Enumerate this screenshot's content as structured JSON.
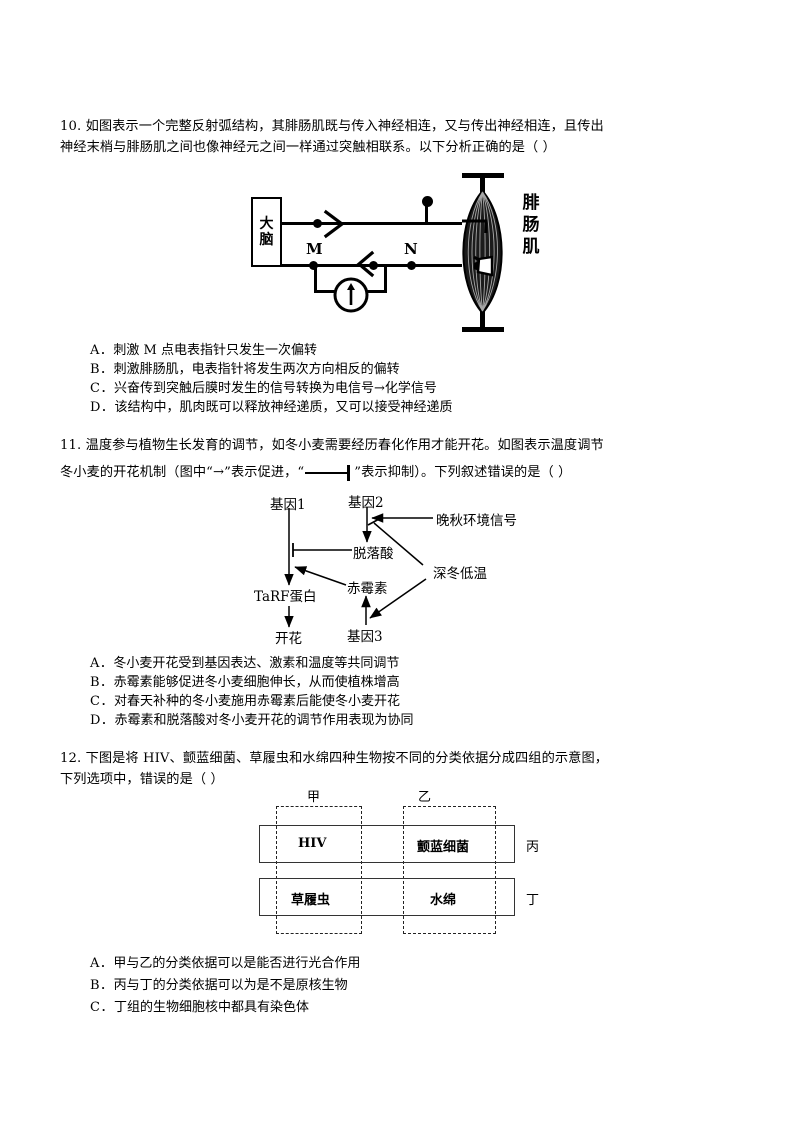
{
  "document": {
    "type": "exam-worksheet",
    "language": "zh-CN",
    "page_background": "#ffffff",
    "text_color": "#000000"
  },
  "questions": [
    {
      "number": "10.",
      "stem_lines": [
        "10. 如图表示一个完整反射弧结构，其腓肠肌既与传入神经相连，又与传出神经相连，且传出",
        "神经末梢与腓肠肌之间也像神经元之间一样通过突触相联系。以下分析正确的是（    ）"
      ],
      "options": [
        {
          "label": "A．",
          "text": "刺激 M 点电表指针只发生一次偏转"
        },
        {
          "label": "B．",
          "text": "刺激腓肠肌，电表指针将发生两次方向相反的偏转"
        },
        {
          "label": "C．",
          "text": "兴奋传到突触后膜时发生的信号转换为电信号→化学信号"
        },
        {
          "label": "D．",
          "text": "该结构中，肌肉既可以释放神经递质，又可以接受神经递质"
        }
      ],
      "figure": {
        "name": "reflex-arc-diagram",
        "brain_label_line1": "大",
        "brain_label_line2": "脑",
        "point_m": "M",
        "point_n": "N",
        "muscle_label_line1": "腓",
        "muscle_label_line2": "肠",
        "muscle_label_line3": "肌",
        "galvanometer": "电表"
      }
    },
    {
      "number": "11.",
      "stem_lines": [
        "11. 温度参与植物生长发育的调节，如冬小麦需要经历春化作用才能开花。如图表示温度调节",
        "冬小麦的开花机制（图中“→”表示促进，“——┤”表示抑制）。下列叙述错误的是（    ）"
      ],
      "stem_line2_parts": {
        "a": "冬小麦的开花机制（图中“→”表示促进，“",
        "b": "”表示抑制）。下列叙述错误的是（    ）"
      },
      "options": [
        {
          "label": "A．",
          "text": "冬小麦开花受到基因表达、激素和温度等共同调节"
        },
        {
          "label": "B．",
          "text": "赤霉素能够促进冬小麦细胞伸长，从而使植株增高"
        },
        {
          "label": "C．",
          "text": "对春天补种的冬小麦施用赤霉素后能使冬小麦开花"
        },
        {
          "label": "D．",
          "text": "赤霉素和脱落酸对冬小麦开花的调节作用表现为协同"
        }
      ],
      "figure": {
        "name": "wheat-flowering-mechanism-diagram",
        "nodes": {
          "gene1": "基因1",
          "gene2": "基因2",
          "gene3": "基因3",
          "late_autumn_signal": "晚秋环境信号",
          "aba": "脱落酸",
          "ga": "赤霉素",
          "deep_winter_cold": "深冬低温",
          "tarf_protein": "TaRF蛋白",
          "flowering": "开花"
        },
        "edges": [
          {
            "from": "基因2",
            "to": "脱落酸",
            "kind": "promote"
          },
          {
            "from": "晚秋环境信号",
            "to": "基因2",
            "kind": "promote"
          },
          {
            "from": "脱落酸",
            "to": "基因1",
            "kind": "inhibit"
          },
          {
            "from": "基因1",
            "to": "TaRF蛋白",
            "kind": "promote"
          },
          {
            "from": "TaRF蛋白",
            "to": "开花",
            "kind": "promote"
          },
          {
            "from": "赤霉素",
            "to": "基因1",
            "kind": "promote"
          },
          {
            "from": "深冬低温",
            "to": "基因2",
            "kind": "inhibit"
          },
          {
            "from": "深冬低温",
            "to": "基因3",
            "kind": "promote"
          },
          {
            "from": "基因3",
            "to": "赤霉素",
            "kind": "promote"
          }
        ]
      }
    },
    {
      "number": "12.",
      "stem_lines": [
        "12. 下图是将 HIV、颤蓝细菌、草履虫和水绵四种生物按不同的分类依据分成四组的示意图，",
        "下列选项中，错误的是（  ）"
      ],
      "options": [
        {
          "label": "A．",
          "text": "甲与乙的分类依据可以是能否进行光合作用"
        },
        {
          "label": "B．",
          "text": "丙与丁的分类依据可以为是不是原核生物"
        },
        {
          "label": "C．",
          "text": "丁组的生物细胞核中都具有染色体"
        }
      ],
      "figure": {
        "name": "organism-classification-diagram",
        "column_headers": [
          "甲",
          "乙"
        ],
        "row_headers": [
          "丙",
          "丁"
        ],
        "cells": [
          [
            "HIV",
            "颤蓝细菌"
          ],
          [
            "草履虫",
            "水绵"
          ]
        ]
      }
    }
  ]
}
